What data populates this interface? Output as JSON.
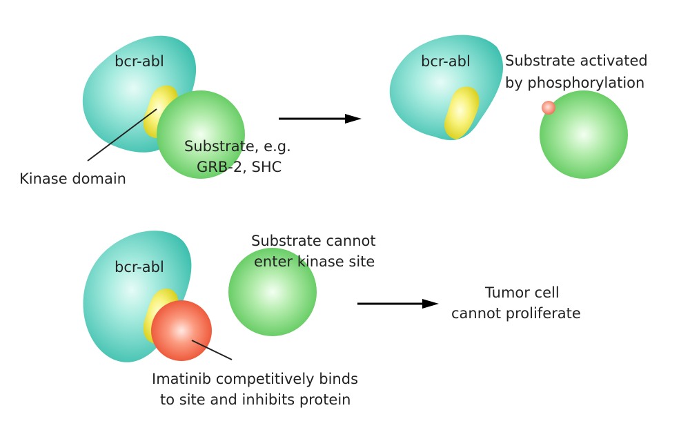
{
  "labels": {
    "bcr_abl_top_left": "bcr-abl",
    "bcr_abl_top_right": "bcr-abl",
    "bcr_abl_bottom": "bcr-abl",
    "kinase_domain": "Kinase domain",
    "substrate_line1": "Substrate, e.g.",
    "substrate_line2": "GRB-2, SHC",
    "activated_line1": "Substrate activated",
    "activated_line2": "by phosphorylation",
    "cannot_enter_line1": "Substrate cannot",
    "cannot_enter_line2": "enter kinase site",
    "tumor_line1": "Tumor cell",
    "tumor_line2": "cannot proliferate",
    "imatinib_line1": "Imatinib competitively binds",
    "imatinib_line2": "to site and inhibits protein"
  },
  "colors": {
    "kinase_body": "#5fcfbf",
    "kinase_domain": "#f0ea3c",
    "substrate": "#7fd87a",
    "imatinib": "#f56a4a",
    "phosphate": "#f4826a",
    "arrow": "#000000",
    "text": "#222222"
  }
}
